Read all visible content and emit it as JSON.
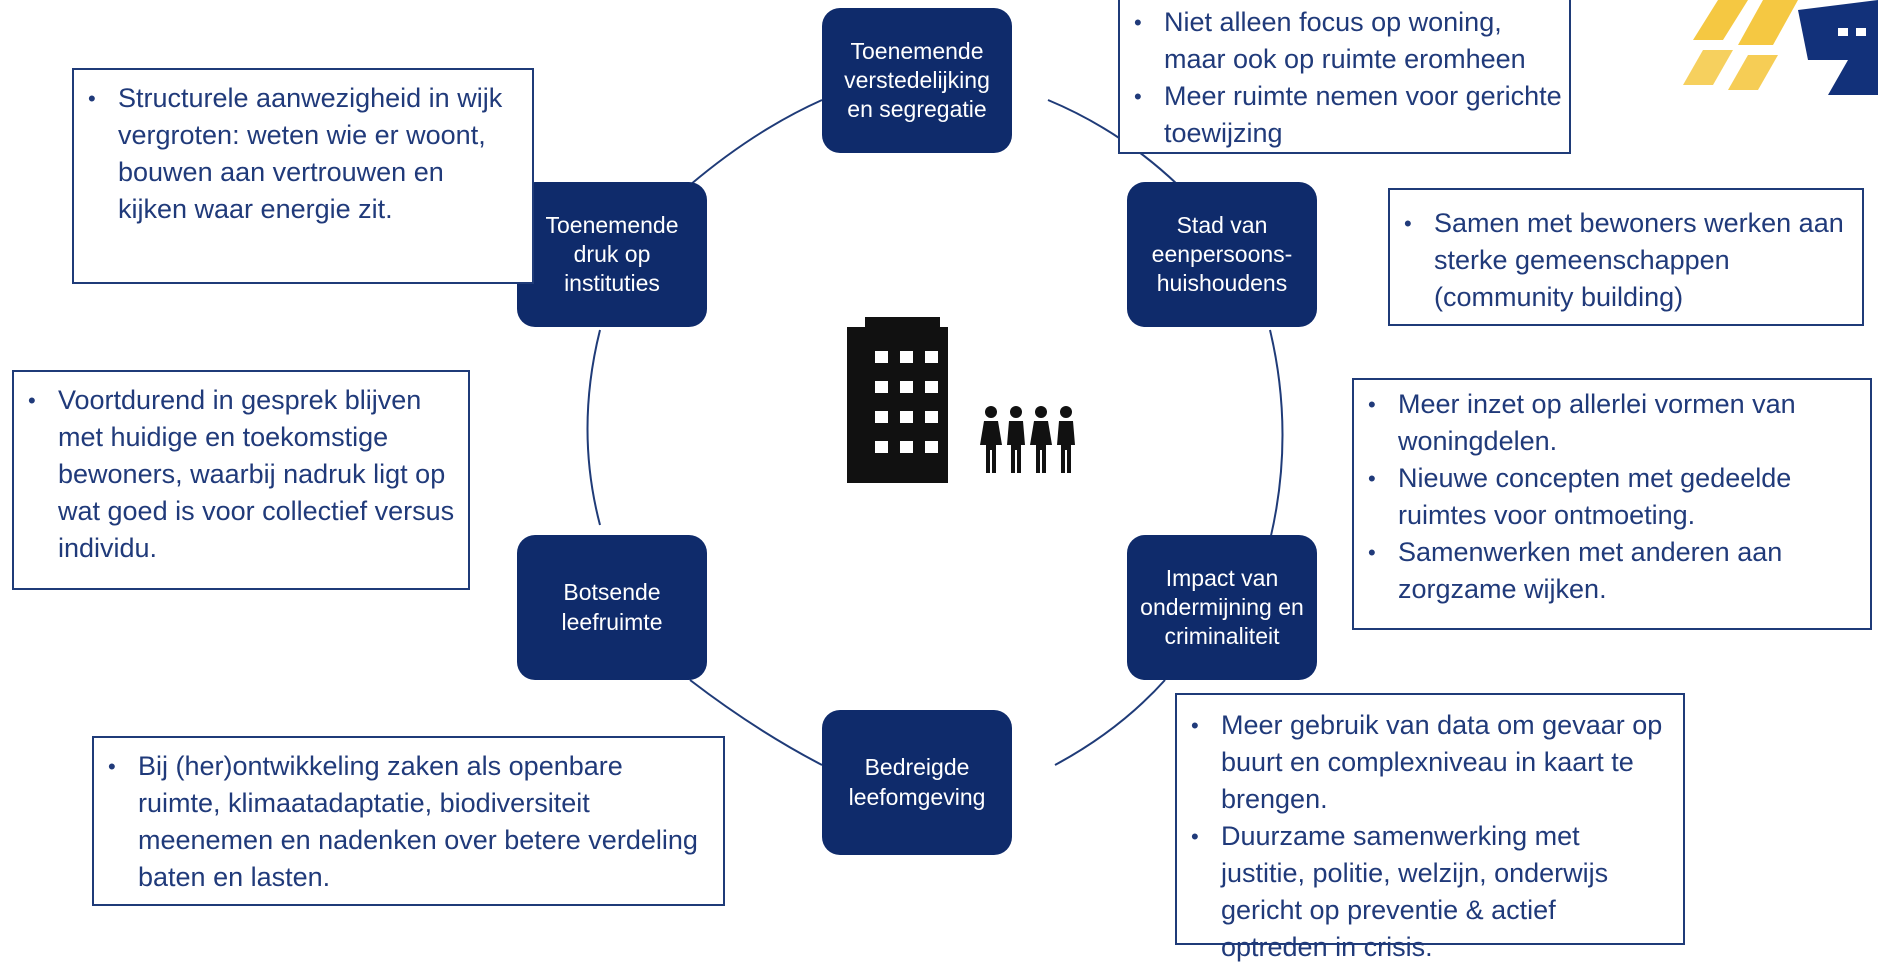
{
  "title_fragment": "",
  "center_icons": [
    "building-icon",
    "people-group-icon"
  ],
  "colors": {
    "node_fill": "#0f2b6b",
    "box_border": "#1f3b78",
    "text": "#203a7a",
    "accent_yellow": "#f5c842",
    "accent_navy": "#12317a"
  },
  "nodes": [
    {
      "label": "Toenemende\nverstedelijking\nen segregatie"
    },
    {
      "label": "Stad van\neenpersoons-\nhuishoudens"
    },
    {
      "label": "Impact van\nondermijning en\ncriminaliteit"
    },
    {
      "label": "Bedreigde\nleefomgeving"
    },
    {
      "label": "Botsende\nleefruimte"
    },
    {
      "label": "Toenemende\ndruk op\ninstituties"
    }
  ],
  "boxes": {
    "top_right": [
      "Niet alleen focus op woning, maar ook op ruimte eromheen",
      "Meer ruimte nemen voor gerichte toewijzing"
    ],
    "right_upper": [
      "Samen met bewoners werken aan sterke gemeenschappen (community building)"
    ],
    "right_middle": [
      "Meer inzet op allerlei vormen van woningdelen.",
      "Nieuwe concepten met gedeelde ruimtes voor ontmoeting.",
      "Samenwerken met anderen aan zorgzame wijken."
    ],
    "bottom_right": [
      "Meer gebruik van data om gevaar op buurt en complexniveau in kaart te brengen.",
      "Duurzame samenwerking met justitie, politie, welzijn, onderwijs gericht op preventie & actief optreden in crisis."
    ],
    "bottom_left": [
      "Bij (her)ontwikkeling zaken als openbare ruimte, klimaatadaptatie, biodiversiteit meenemen en nadenken over betere verdeling baten en lasten."
    ],
    "left_middle": [
      "Voortdurend in gesprek blijven met huidige en toekomstige bewoners, waarbij nadruk ligt op wat goed is voor collectief versus individu."
    ],
    "top_left": [
      "Structurele aanwezigheid in wijk vergroten: weten wie er woont, bouwen aan vertrouwen en kijken waar energie zit."
    ]
  }
}
